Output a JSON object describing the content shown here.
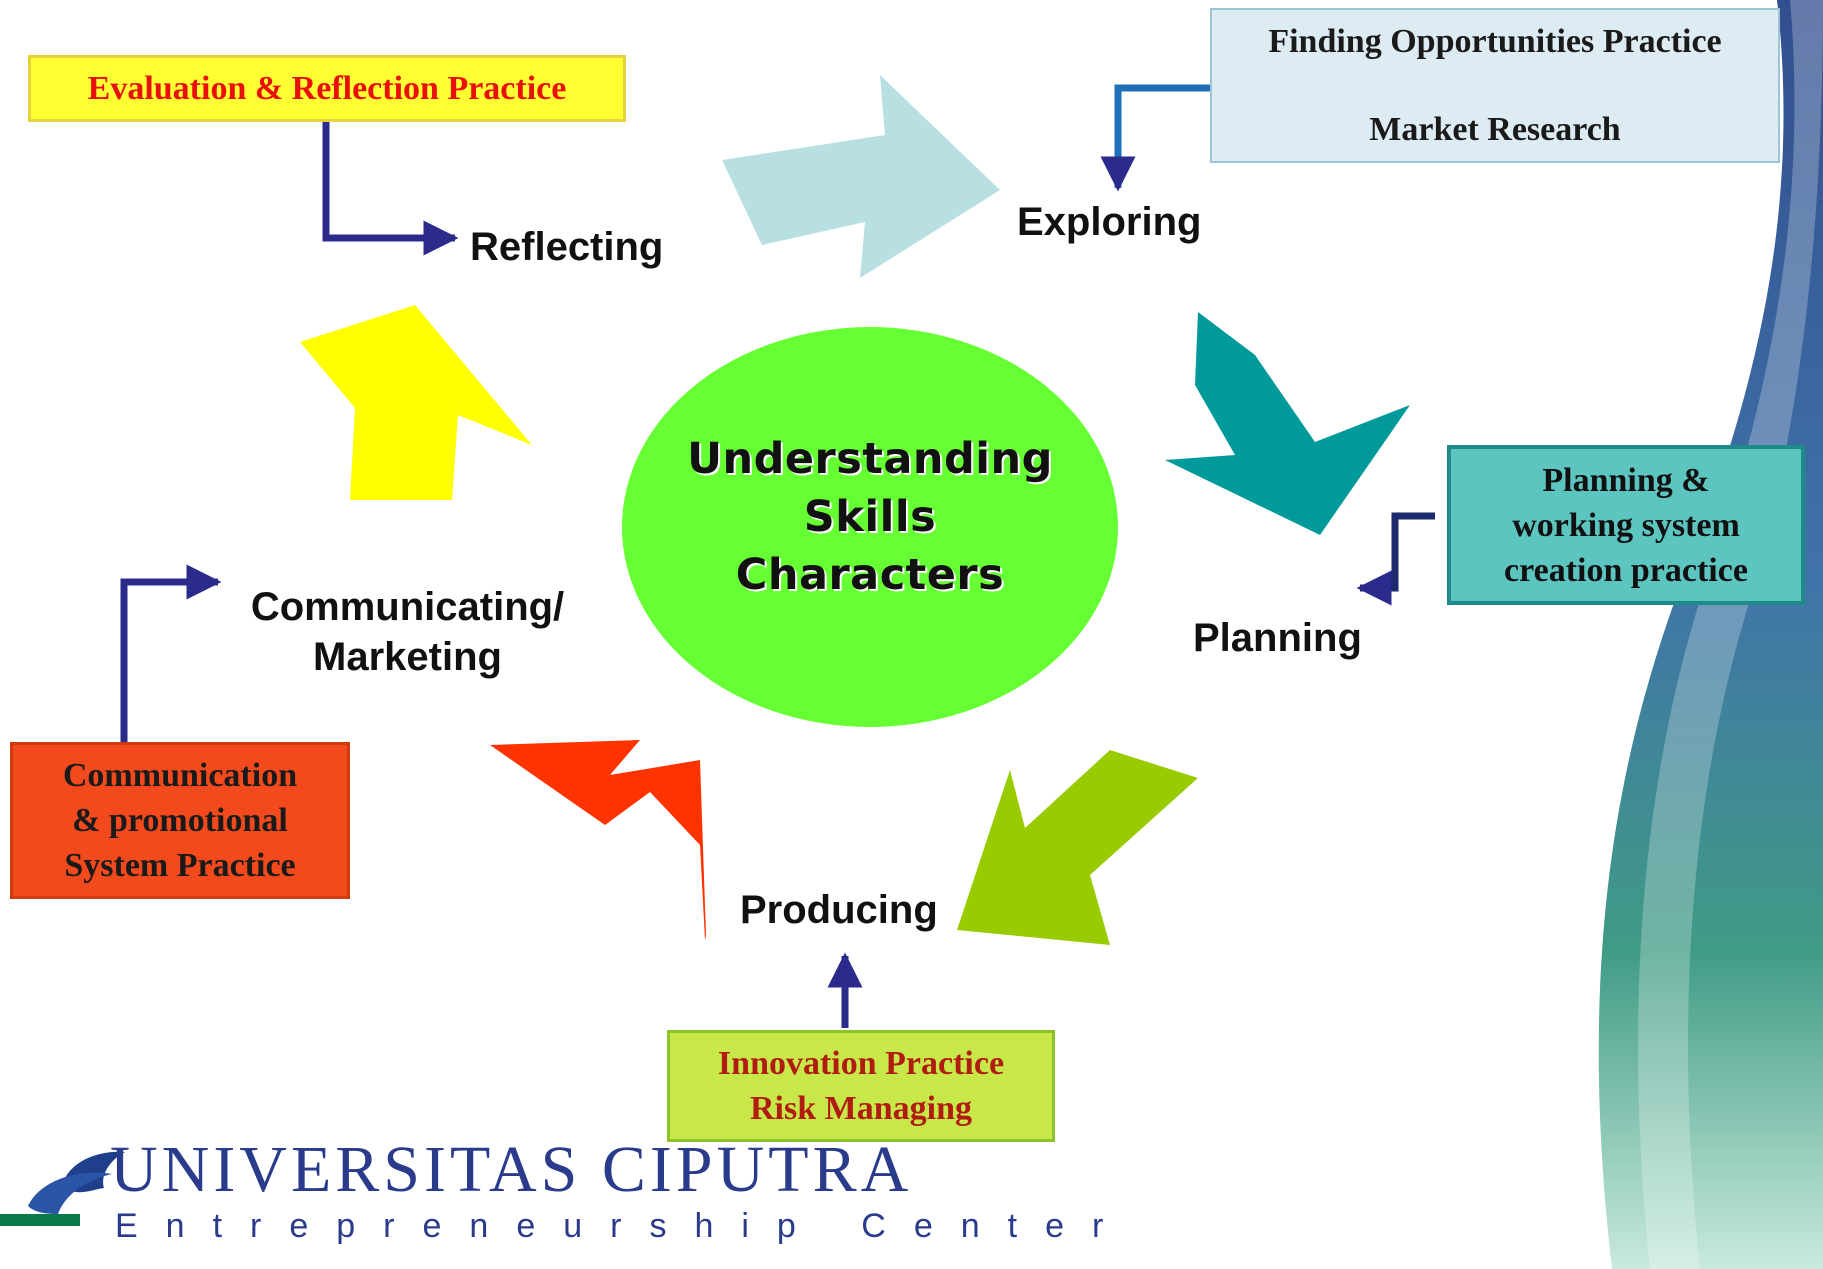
{
  "center": {
    "lines": [
      "Understanding",
      "Skills",
      "Characters"
    ]
  },
  "stages": {
    "reflecting": "Reflecting",
    "exploring": "Exploring",
    "planning": "Planning",
    "producing": "Producing",
    "communicating_line1": "Communicating/",
    "communicating_line2": "Marketing"
  },
  "practices": {
    "evaluation": {
      "lines": [
        "Evaluation & Reflection Practice"
      ],
      "color": "#e8100b",
      "bg": "#ffff33"
    },
    "finding": {
      "lines": [
        "Finding Opportunities Practice",
        "Market Research"
      ],
      "color": "#1a1a1a",
      "bg": "#dcecf2"
    },
    "planning": {
      "lines": [
        "Planning &",
        "working system",
        "creation practice"
      ],
      "color": "#111111",
      "bg": "#5cc5c0"
    },
    "communication": {
      "lines": [
        "Communication",
        "& promotional",
        "System  Practice"
      ],
      "color": "#1a1a1a",
      "bg": "#f24a1c"
    },
    "innovation": {
      "lines": [
        "Innovation Practice",
        "Risk Managing"
      ],
      "color": "#b11c10",
      "bg": "#c8e84a"
    }
  },
  "colors": {
    "arrow_reflect_explore": "#b8e0e2",
    "arrow_explore_plan": "#009a9a",
    "arrow_plan_produce": "#99cc00",
    "arrow_produce_comm": "#ff3300",
    "arrow_comm_reflect": "#ffff00",
    "center_ellipse": "#66ff33",
    "connector": "#2b2b8c"
  },
  "logo": {
    "name": "UNIVERSITAS CIPUTRA",
    "subtitle": "Entrepreneurship Center"
  }
}
